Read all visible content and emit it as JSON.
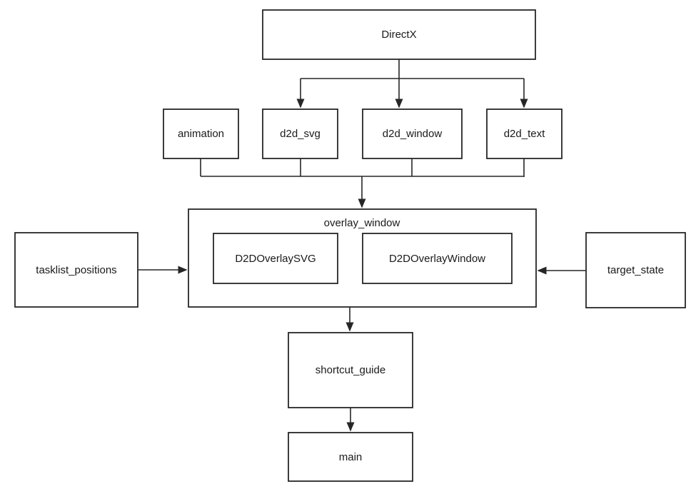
{
  "diagram": {
    "type": "flowchart",
    "background_color": "#ffffff",
    "line_color": "#262626",
    "text_color": "#1a1a1a",
    "nodes": {
      "directx": {
        "label": "DirectX"
      },
      "animation": {
        "label": "animation"
      },
      "d2d_svg": {
        "label": "d2d_svg"
      },
      "d2d_window": {
        "label": "d2d_window"
      },
      "d2d_text": {
        "label": "d2d_text"
      },
      "overlay_window": {
        "label": "overlay_window"
      },
      "d2d_overlay_svg": {
        "label": "D2DOverlaySVG"
      },
      "d2d_overlay_window": {
        "label": "D2DOverlayWindow"
      },
      "tasklist_positions": {
        "label": "tasklist_positions"
      },
      "target_state": {
        "label": "target_state"
      },
      "shortcut_guide": {
        "label": "shortcut_guide"
      },
      "main": {
        "label": "main"
      }
    },
    "edges": [
      {
        "from": "DirectX",
        "to": "d2d_svg",
        "arrow": true
      },
      {
        "from": "DirectX",
        "to": "d2d_window",
        "arrow": true
      },
      {
        "from": "DirectX",
        "to": "d2d_text",
        "arrow": true
      },
      {
        "from": "animation",
        "to": "overlay_window",
        "arrow": true
      },
      {
        "from": "d2d_svg",
        "to": "overlay_window",
        "arrow": true
      },
      {
        "from": "d2d_window",
        "to": "overlay_window",
        "arrow": true
      },
      {
        "from": "d2d_text",
        "to": "overlay_window",
        "arrow": true
      },
      {
        "from": "tasklist_positions",
        "to": "overlay_window",
        "arrow": true
      },
      {
        "from": "target_state",
        "to": "overlay_window",
        "arrow": true
      },
      {
        "from": "overlay_window",
        "to": "shortcut_guide",
        "arrow": true
      },
      {
        "from": "shortcut_guide",
        "to": "main",
        "arrow": true
      }
    ],
    "contains": [
      {
        "parent": "overlay_window",
        "children": [
          "D2DOverlaySVG",
          "D2DOverlayWindow"
        ]
      }
    ]
  }
}
